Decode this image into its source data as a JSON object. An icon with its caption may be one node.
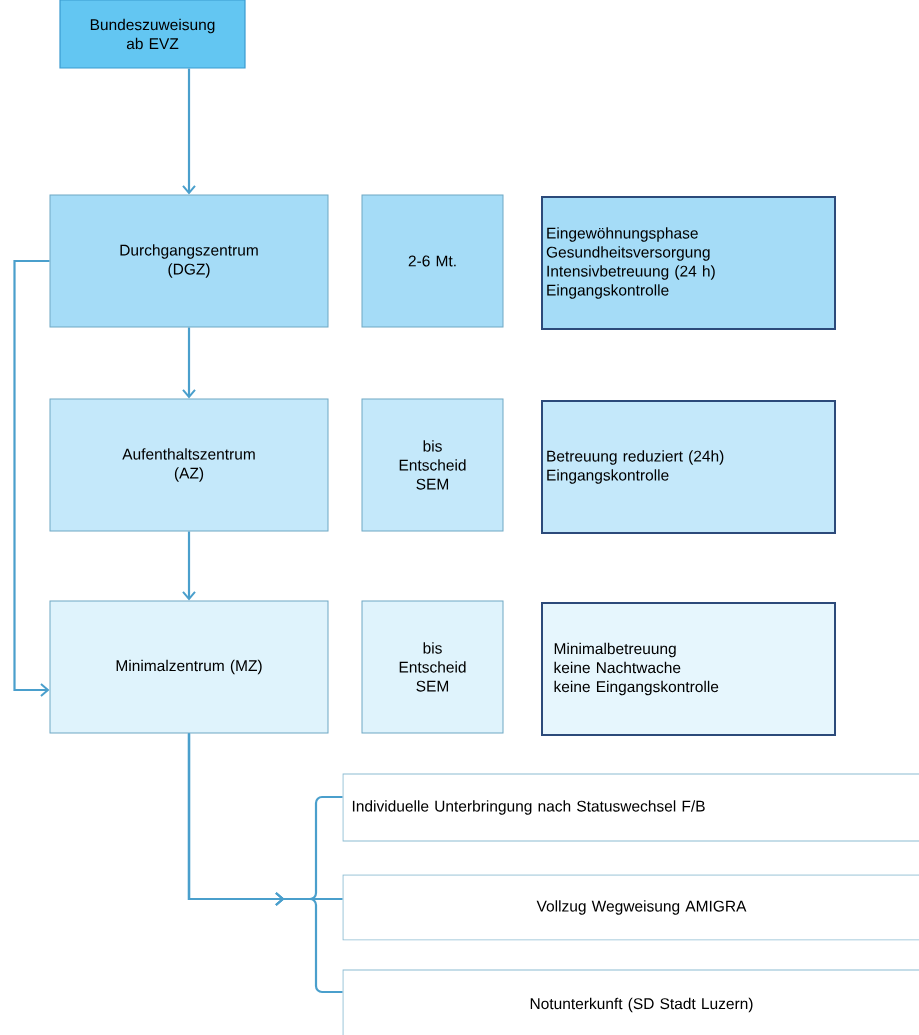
{
  "diagram": {
    "nodes": [
      {
        "text": [
          "Bundeszuweisung ab EVZ"
        ]
      },
      {
        "text": [
          "Durchgangszentrum (DGZ)"
        ]
      },
      {
        "text": [
          "2-6 Mt."
        ]
      },
      {
        "text": [
          "Eingewöhnungsphase",
          "Gesundheitsversorgung",
          "Intensivbetreuung (24 h)",
          "Eingangskontrolle"
        ]
      },
      {
        "text": [
          "Aufenthaltszentrum (AZ)"
        ]
      },
      {
        "text": [
          "bis Entscheid SEM"
        ]
      },
      {
        "text": [
          "Betreuung reduziert (24h)",
          "Eingangskontrolle"
        ]
      },
      {
        "text": [
          "Minimalzentrum (MZ)"
        ]
      },
      {
        "text": [
          "bis Entscheid SEM"
        ]
      },
      {
        "text": [
          "Minimalbetreuung",
          "keine Nachtwache",
          "keine Eingangskontrolle"
        ]
      },
      {
        "text": [
          "Individuelle Unterbringung nach Statuswechsel F/B"
        ]
      },
      {
        "text": [
          "Vollzug Wegweisung AMIGRA"
        ]
      },
      {
        "text": [
          "Notunterkunft (SD Stadt Luzern)"
        ]
      }
    ],
    "edges": [
      {
        "from": 0,
        "to": 1,
        "arrow": "to"
      },
      {
        "from": 1,
        "to": 4,
        "arrow": "to"
      },
      {
        "from": 4,
        "to": 7,
        "arrow": "to"
      },
      {
        "from": 1,
        "to": 7,
        "arrow": "to"
      },
      {
        "from": 7,
        "to": 10,
        "arrow": "to"
      },
      {
        "from": 7,
        "to": 11,
        "arrow": "to"
      },
      {
        "from": 7,
        "to": 12,
        "arrow": "to"
      }
    ]
  }
}
